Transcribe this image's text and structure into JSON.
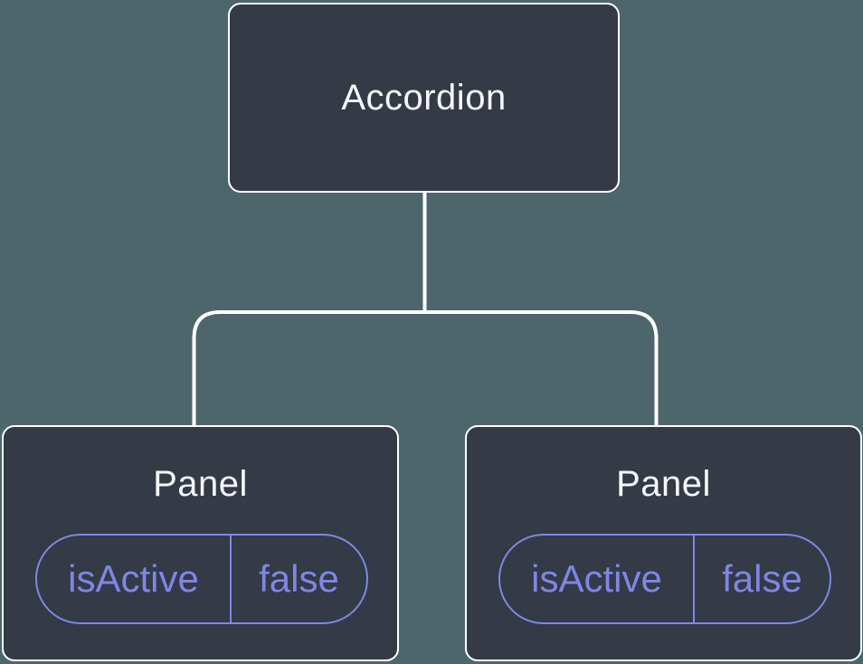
{
  "diagram": {
    "type": "component-tree",
    "root": {
      "label": "Accordion"
    },
    "children": [
      {
        "label": "Panel",
        "props": [
          {
            "name": "isActive",
            "value": "false"
          }
        ]
      },
      {
        "label": "Panel",
        "props": [
          {
            "name": "isActive",
            "value": "false"
          }
        ]
      }
    ],
    "colors": {
      "background": "#4D666C",
      "node_fill": "#343A46",
      "node_border": "#FFFFFF",
      "connector": "#FFFFFF",
      "node_text": "#F6F7F9",
      "prop_accent": "#8086E5"
    }
  }
}
